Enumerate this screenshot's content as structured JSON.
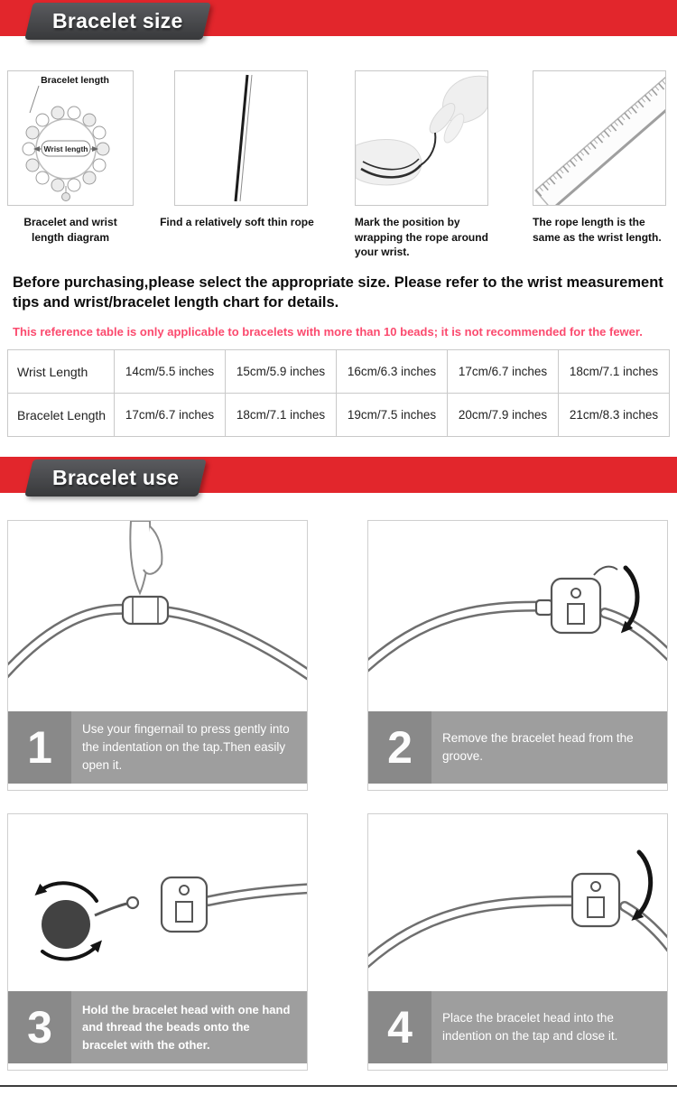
{
  "colors": {
    "banner_red": "#e2262c",
    "ribbon_gray": "#3f4043",
    "note_pink": "#fb4a6e",
    "caption_bar_gray": "#9e9e9e",
    "number_box_gray": "#898989"
  },
  "sections": {
    "size": {
      "title": "Bracelet size"
    },
    "use": {
      "title": "Bracelet use"
    }
  },
  "measure_steps": [
    {
      "caption": "Bracelet and wrist length diagram",
      "labels": {
        "bracelet": "Bracelet length",
        "wrist": "Wrist length"
      }
    },
    {
      "caption": "Find a relatively soft thin rope"
    },
    {
      "caption": "Mark the position by wrapping the rope around your wrist."
    },
    {
      "caption": "The rope length is the same as the wrist length."
    }
  ],
  "intro": "Before purchasing,please select the appropriate size. Please refer to the wrist measurement tips and wrist/bracelet length chart for details.",
  "note": "This reference table is only applicable to bracelets with more than 10 beads; it is not recommended for the fewer.",
  "size_table": {
    "rows": [
      {
        "header": "Wrist Length",
        "values": [
          "14cm/5.5 inches",
          "15cm/5.9 inches",
          "16cm/6.3 inches",
          "17cm/6.7 inches",
          "18cm/7.1 inches"
        ]
      },
      {
        "header": "Bracelet Length",
        "values": [
          "17cm/6.7 inches",
          "18cm/7.1 inches",
          "19cm/7.5 inches",
          "20cm/7.9 inches",
          "21cm/8.3 inches"
        ]
      }
    ]
  },
  "use_steps": [
    {
      "number": "1",
      "text": "Use your fingernail to press gently into the indentation on the tap.Then easily open it."
    },
    {
      "number": "2",
      "text": "Remove the bracelet head from the groove."
    },
    {
      "number": "3",
      "text": "Hold the bracelet head with one hand and thread the beads onto the bracelet with the other."
    },
    {
      "number": "4",
      "text": "Place the bracelet head into the indention on the tap and close it."
    }
  ]
}
